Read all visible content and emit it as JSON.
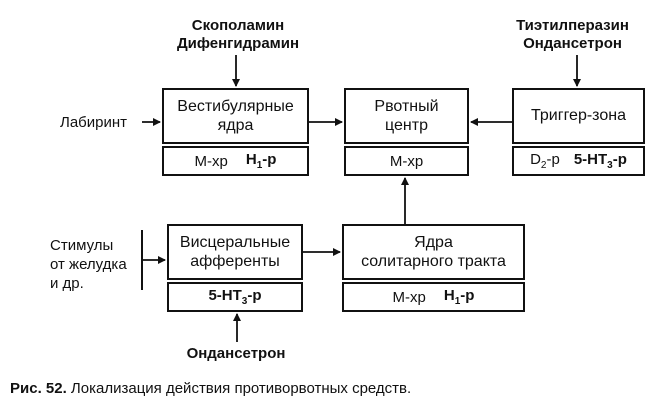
{
  "drugs": {
    "top_left": [
      "Скополамин",
      "Дифенгидрамин"
    ],
    "top_right": [
      "Тиэтилперазин",
      "Ондансетрон"
    ],
    "bottom": "Ондансетрон"
  },
  "inputs": {
    "labyrinth": "Лабиринт",
    "stimuli": [
      "Стимулы",
      "от желудка",
      "и др."
    ]
  },
  "boxes": {
    "vestibular": {
      "title": [
        "Вестибулярные",
        "ядра"
      ],
      "receptors": {
        "m": "М-хр",
        "h_main": "H",
        "h_sub": "1",
        "h_suffix": "-р"
      }
    },
    "vomiting": {
      "title": [
        "Рвотный",
        "центр"
      ],
      "receptors": {
        "m": "М-хр"
      }
    },
    "trigger": {
      "title": "Триггер-зона",
      "receptors": {
        "d_main": "D",
        "d_sub": "2",
        "d_suffix": "-р",
        "ht_main": "5-HT",
        "ht_sub": "3",
        "ht_suffix": "-р"
      }
    },
    "visceral": {
      "title": [
        "Висцеральные",
        "афференты"
      ],
      "receptors": {
        "ht_main": "5-HT",
        "ht_sub": "3",
        "ht_suffix": "-р"
      }
    },
    "solitary": {
      "title": [
        "Ядра",
        "солитарного тракта"
      ],
      "receptors": {
        "m": "М-хр",
        "h_main": "H",
        "h_sub": "1",
        "h_suffix": "-р"
      }
    }
  },
  "caption": {
    "label": "Рис. 52.",
    "text": " Локализация действия противорвотных средств."
  }
}
